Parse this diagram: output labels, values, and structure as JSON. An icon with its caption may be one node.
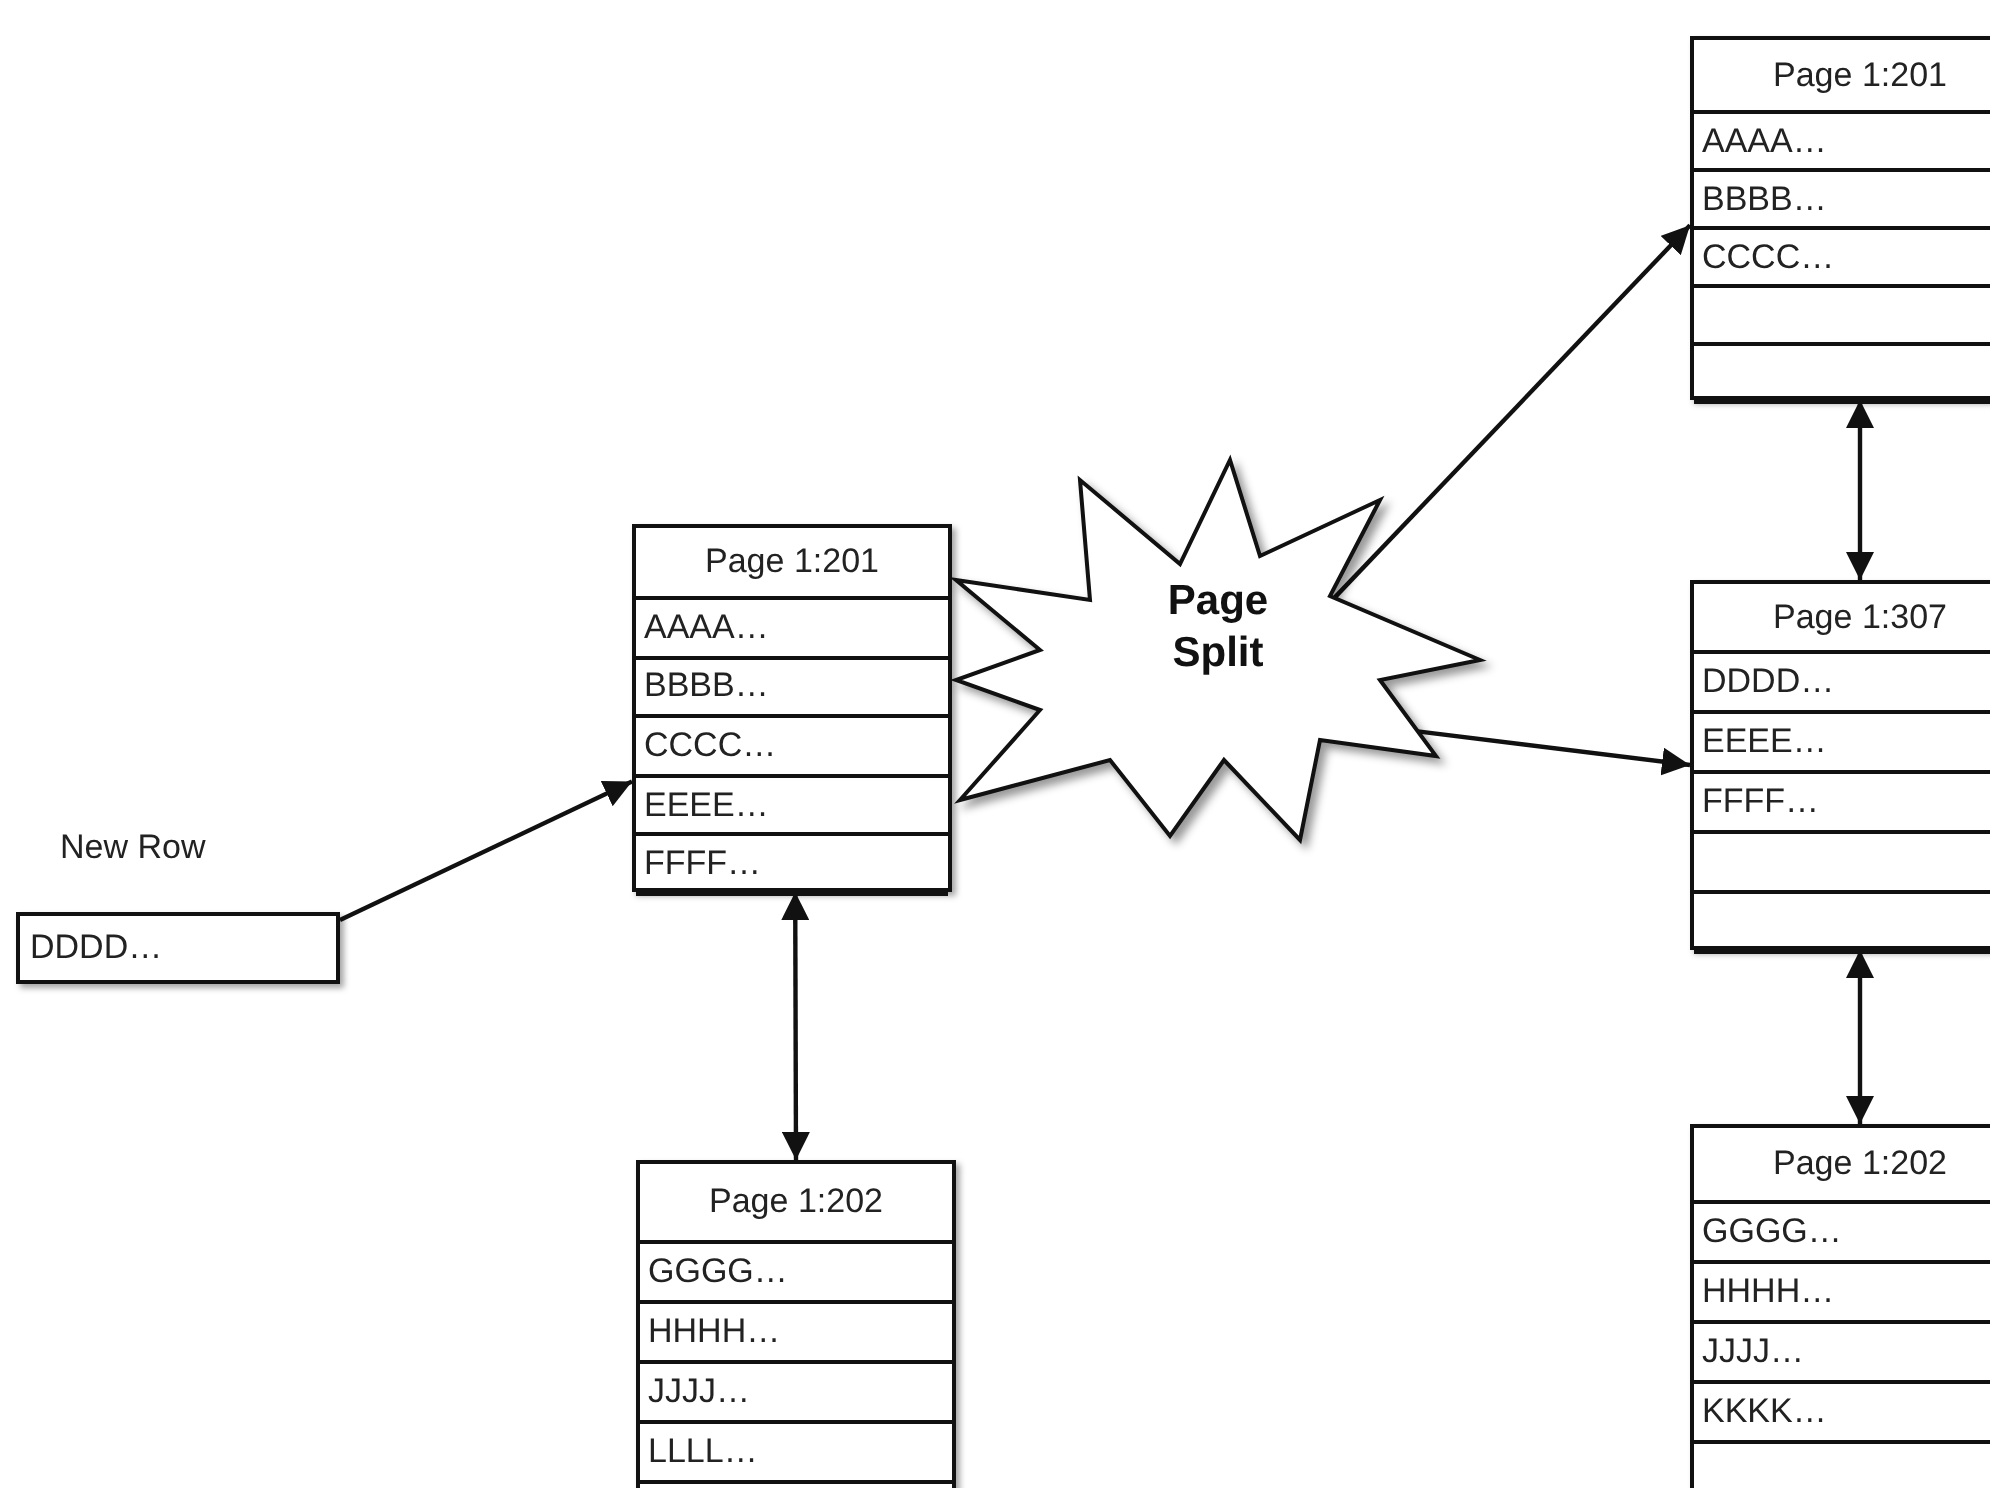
{
  "diagram": {
    "nodes": [
      {
        "text": [
          "New Row",
          "DDDD…"
        ]
      },
      {
        "text": [
          "Page 1:201",
          "AAAA…",
          "BBBB…",
          "CCCC…",
          "EEEE…",
          "FFFF…"
        ]
      },
      {
        "text": [
          "Page 1:202",
          "GGGG…",
          "HHHH…",
          "JJJJ…",
          "LLLL…"
        ]
      },
      {
        "text": [
          "Page Split"
        ]
      },
      {
        "text": [
          "Page 1:201",
          "AAAA…",
          "BBBB…",
          "CCCC…"
        ]
      },
      {
        "text": [
          "Page 1:307",
          "DDDD…",
          "EEEE…",
          "FFFF…"
        ]
      },
      {
        "text": [
          "Page 1:202",
          "GGGG…",
          "HHHH…",
          "JJJJ…",
          "KKKK…"
        ]
      }
    ],
    "edges": [
      {
        "from": 0,
        "to": 1,
        "arrow": "to"
      },
      {
        "from": 1,
        "to": 2,
        "arrow": "both"
      },
      {
        "from": 3,
        "to": 4,
        "arrow": "to"
      },
      {
        "from": 3,
        "to": 5,
        "arrow": "to"
      },
      {
        "from": 4,
        "to": 5,
        "arrow": "both"
      },
      {
        "from": 5,
        "to": 6,
        "arrow": "both"
      }
    ]
  }
}
